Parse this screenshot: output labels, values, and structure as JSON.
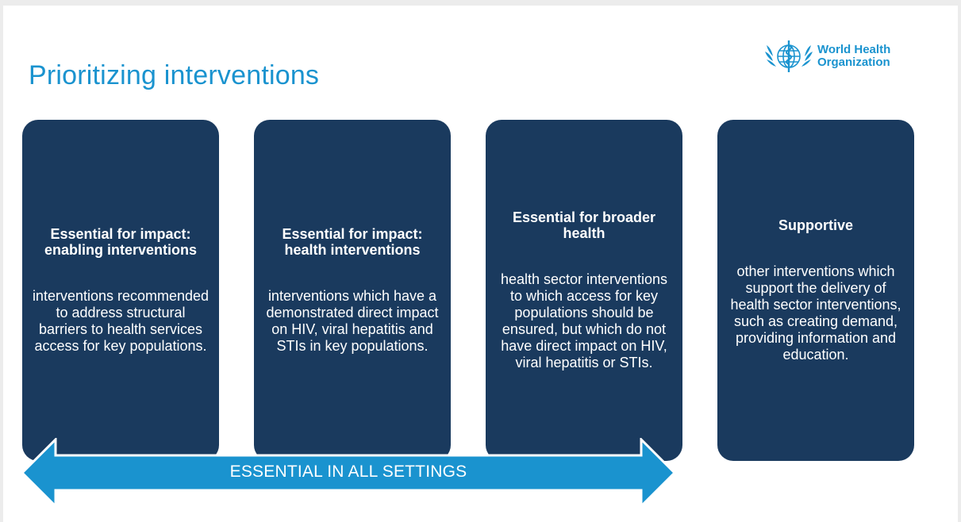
{
  "slide": {
    "title": "Prioritizing interventions",
    "logo": {
      "line1": "World Health",
      "line2": "Organization",
      "icon": "who-emblem-icon"
    },
    "cards": [
      {
        "heading": "Essential for impact: enabling interventions",
        "body": "interventions recommended to address structural barriers to health services access for key populations."
      },
      {
        "heading": "Essential for impact: health interventions",
        "body": "interventions which have a demonstrated direct impact on HIV, viral hepatitis and STIs in key populations."
      },
      {
        "heading": "Essential for broader health",
        "body": "health sector interventions to which access for key populations should be ensured, but which do not have direct impact on HIV, viral hepatitis or STIs."
      },
      {
        "heading": "Supportive",
        "body": "other interventions which support the delivery of health sector interventions, such as creating demand, providing information and education."
      }
    ],
    "arrow_label": "ESSENTIAL IN ALL SETTINGS",
    "colors": {
      "title": "#1a93cf",
      "card": "#1a3a5e",
      "arrow": "#1a93cf",
      "logo": "#1a93cf"
    }
  }
}
